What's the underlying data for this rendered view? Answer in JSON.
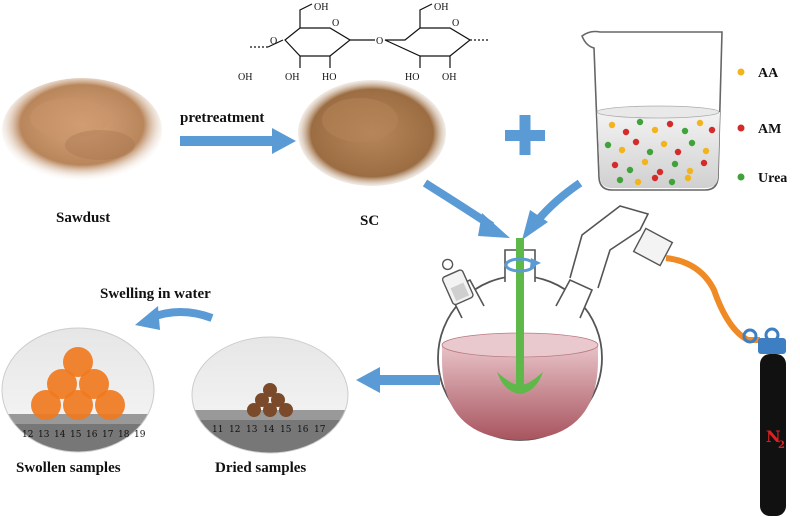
{
  "labels": {
    "pretreatment": "pretreatment",
    "sawdust": "Sawdust",
    "sc": "SC",
    "swelling": "Swelling in water",
    "swollen": "Swollen samples",
    "dried": "Dried samples",
    "n2_main": "N",
    "n2_sub": "2"
  },
  "legend": [
    {
      "label": "AA",
      "color": "#f2b41c"
    },
    {
      "label": "AM",
      "color": "#d42a2a"
    },
    {
      "label": "Urea",
      "color": "#3fa33a"
    }
  ],
  "cellulose": {
    "oh_labels": [
      "OH",
      "OH",
      "HO",
      "OH",
      "HO",
      "OH",
      "OH"
    ],
    "o_labels": [
      "O",
      "O",
      "O",
      "O"
    ]
  },
  "ruler_ticks_dried": [
    "11",
    "12",
    "13",
    "14",
    "15",
    "16",
    "17"
  ],
  "ruler_ticks_swollen": [
    "12",
    "13",
    "14",
    "15",
    "16",
    "17",
    "18",
    "19"
  ],
  "colors": {
    "arrow_blue": "#5b9bd5",
    "plus_blue": "#5b9bd5",
    "stirrer_green": "#5fb84a",
    "hose_orange": "#f08a24",
    "cylinder": "#111111",
    "n2_text": "#e02020",
    "sawdust": "#b8835a",
    "sc_powder": "#a97a4a",
    "flask_liquid": "#c98f96",
    "bead_orange": "#f07a1e",
    "bead_dried": "#7a4a2a"
  }
}
